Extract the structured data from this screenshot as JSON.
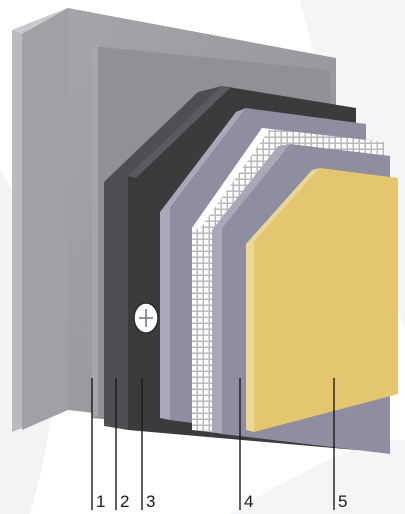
{
  "diagram": {
    "callouts": [
      {
        "number": "1"
      },
      {
        "number": "2"
      },
      {
        "number": "3"
      },
      {
        "number": "4"
      },
      {
        "number": "5"
      }
    ]
  },
  "colors": {
    "background_swoosh": "#f2f3f5",
    "concrete_wall": "#9b9da1",
    "adhesive_layer": "#6f7175",
    "insulation_board": "#3a3b3d",
    "base_coat": "#8f8ea1",
    "mesh": "#ffffff",
    "finish_coat": "#e3c66f"
  },
  "icons": {
    "dowel": "plus-in-circle"
  }
}
